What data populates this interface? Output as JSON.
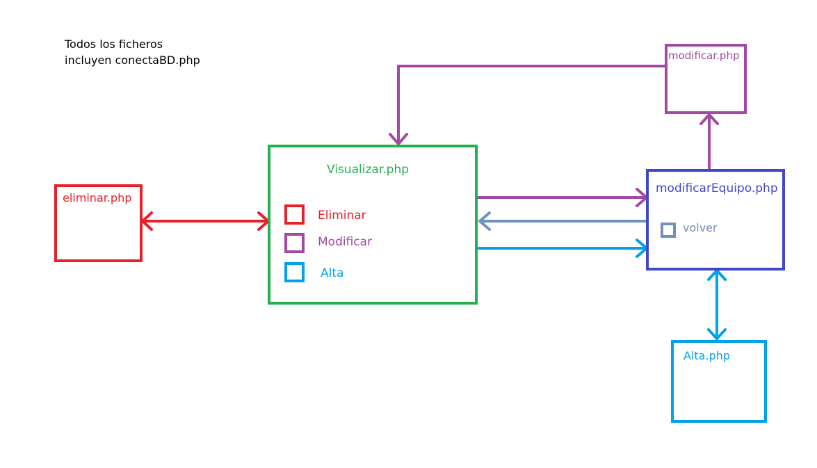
{
  "note": {
    "line1": "Todos los ficheros",
    "line2": "incluyen conectaBD.php"
  },
  "colors": {
    "red": "#e8202a",
    "green": "#22b14c",
    "purple": "#a349a4",
    "cyan": "#00a2e8",
    "blue": "#3f48cc",
    "slate": "#7092be"
  },
  "nodes": {
    "eliminar": {
      "title": "eliminar.php"
    },
    "visualizar": {
      "title": "Visualizar.php",
      "options": [
        {
          "label": "Eliminar"
        },
        {
          "label": "Modificar"
        },
        {
          "label": "Alta"
        }
      ]
    },
    "modificar_equipo": {
      "title": "modificarEquipo.php",
      "option": {
        "label": "volver"
      }
    },
    "modificar": {
      "title": "modificar.php"
    },
    "alta": {
      "title": "Alta.php"
    }
  }
}
